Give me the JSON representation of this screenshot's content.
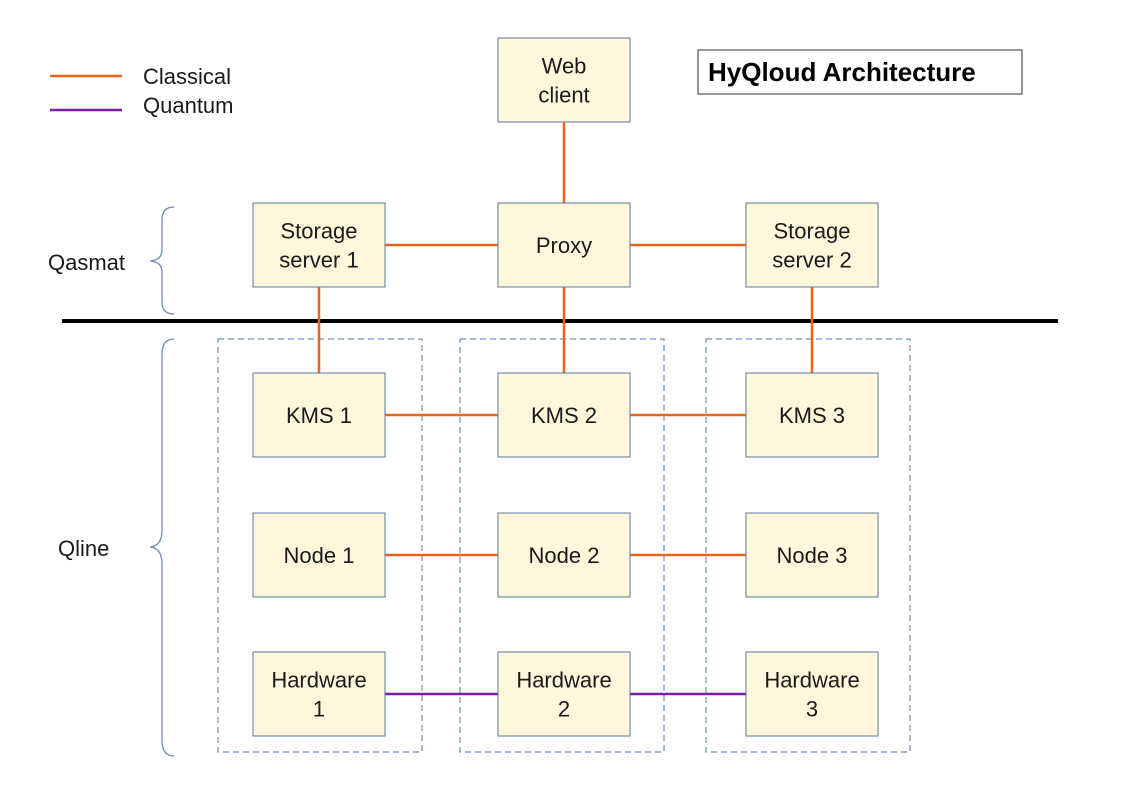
{
  "title": "HyQloud Architecture",
  "legend": {
    "classical": "Classical",
    "quantum": "Quantum"
  },
  "colors": {
    "classical": "#E8651A",
    "quantum": "#7B1FA2",
    "box_fill": "#FFF6DC",
    "box_stroke": "#5A7A9A",
    "group_stroke": "#6F8FB5",
    "brace": "#6F8FB5"
  },
  "sections": {
    "qasmat": "Qasmat",
    "qline": "Qline"
  },
  "nodes": {
    "web_client": [
      "Web",
      "client"
    ],
    "storage1": [
      "Storage",
      "server 1"
    ],
    "proxy": [
      "Proxy"
    ],
    "storage2": [
      "Storage",
      "server 2"
    ],
    "kms1": [
      "KMS 1"
    ],
    "kms2": [
      "KMS 2"
    ],
    "kms3": [
      "KMS 3"
    ],
    "node1": [
      "Node 1"
    ],
    "node2": [
      "Node 2"
    ],
    "node3": [
      "Node 3"
    ],
    "hw1": [
      "Hardware",
      "1"
    ],
    "hw2": [
      "Hardware",
      "2"
    ],
    "hw3": [
      "Hardware",
      "3"
    ]
  },
  "connections": [
    {
      "from": "web_client",
      "to": "proxy",
      "kind": "classical"
    },
    {
      "from": "storage1",
      "to": "proxy",
      "kind": "classical"
    },
    {
      "from": "proxy",
      "to": "storage2",
      "kind": "classical"
    },
    {
      "from": "storage1",
      "to": "kms1",
      "kind": "classical"
    },
    {
      "from": "proxy",
      "to": "kms2",
      "kind": "classical"
    },
    {
      "from": "storage2",
      "to": "kms3",
      "kind": "classical"
    },
    {
      "from": "kms1",
      "to": "kms2",
      "kind": "classical"
    },
    {
      "from": "kms2",
      "to": "kms3",
      "kind": "classical"
    },
    {
      "from": "node1",
      "to": "node2",
      "kind": "classical"
    },
    {
      "from": "node2",
      "to": "node3",
      "kind": "classical"
    },
    {
      "from": "hw1",
      "to": "hw2",
      "kind": "quantum"
    },
    {
      "from": "hw2",
      "to": "hw3",
      "kind": "quantum"
    }
  ]
}
